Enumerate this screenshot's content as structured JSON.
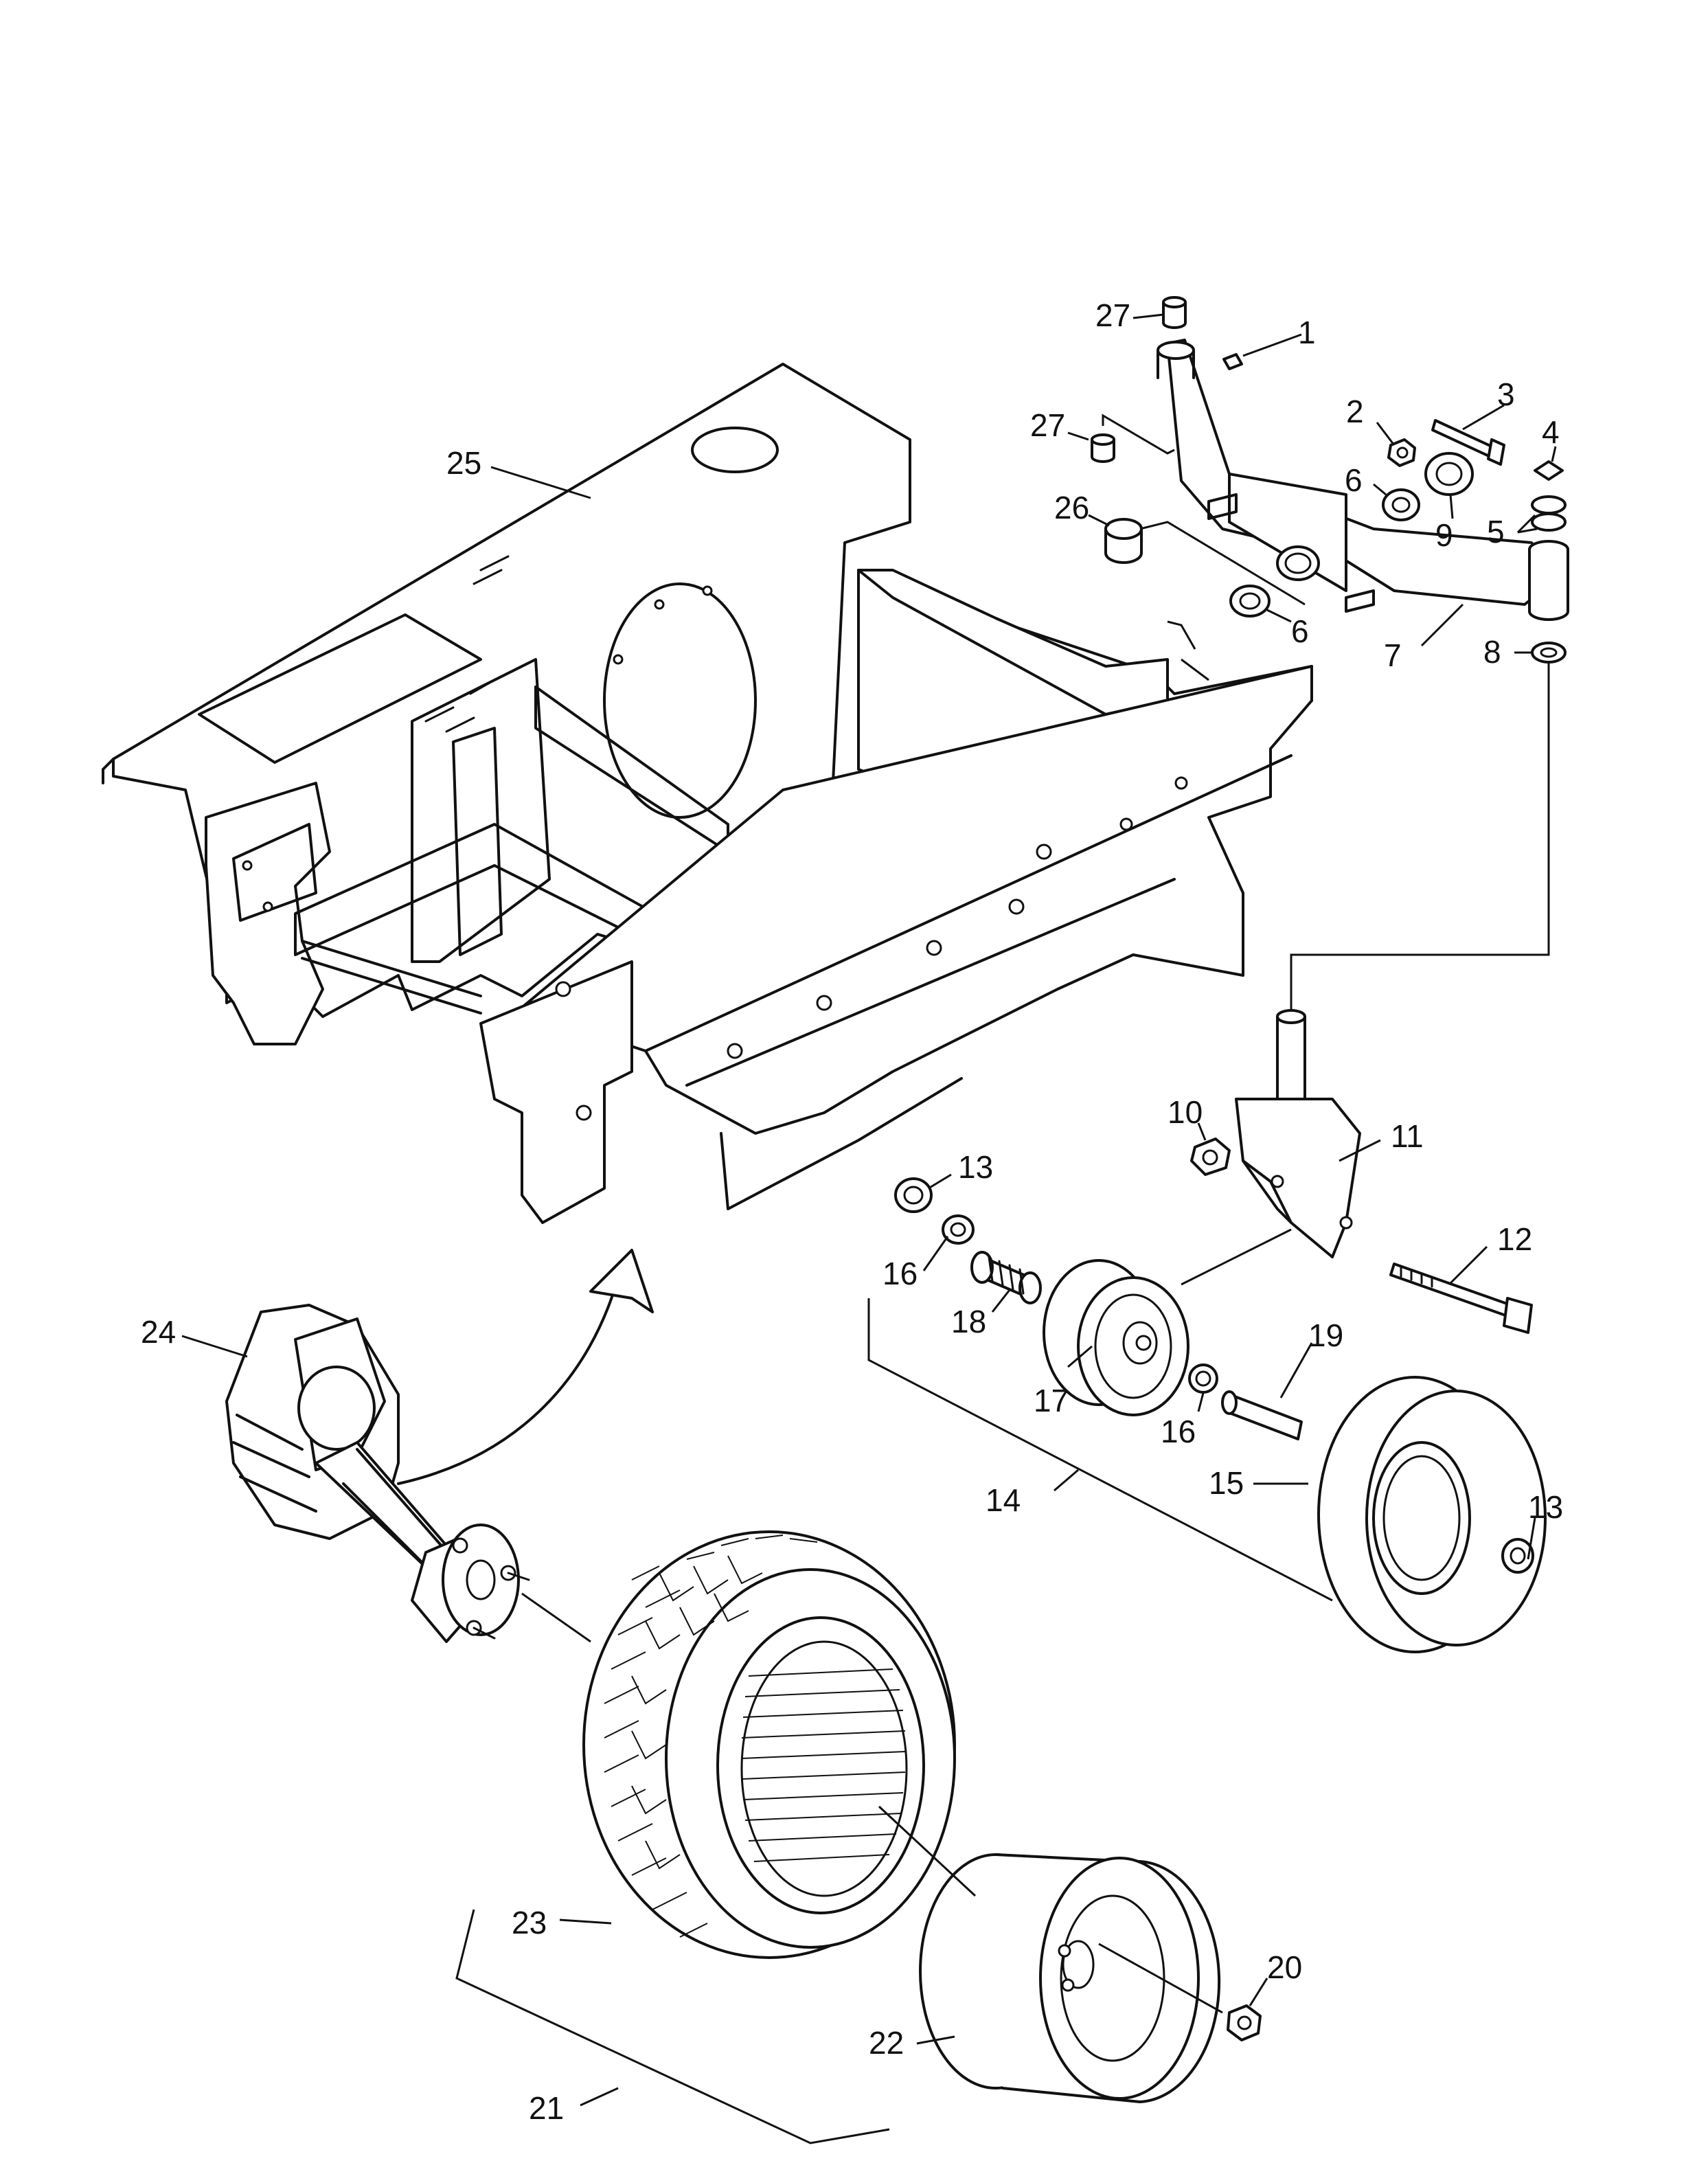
{
  "diagram": {
    "callouts": [
      {
        "id": "1",
        "label": "1"
      },
      {
        "id": "2",
        "label": "2"
      },
      {
        "id": "3",
        "label": "3"
      },
      {
        "id": "4",
        "label": "4"
      },
      {
        "id": "5",
        "label": "5"
      },
      {
        "id": "6a",
        "label": "6"
      },
      {
        "id": "6b",
        "label": "6"
      },
      {
        "id": "7",
        "label": "7"
      },
      {
        "id": "8",
        "label": "8"
      },
      {
        "id": "9",
        "label": "9"
      },
      {
        "id": "10",
        "label": "10"
      },
      {
        "id": "11",
        "label": "11"
      },
      {
        "id": "12",
        "label": "12"
      },
      {
        "id": "13a",
        "label": "13"
      },
      {
        "id": "13b",
        "label": "13"
      },
      {
        "id": "14",
        "label": "14"
      },
      {
        "id": "15",
        "label": "15"
      },
      {
        "id": "16a",
        "label": "16"
      },
      {
        "id": "16b",
        "label": "16"
      },
      {
        "id": "17",
        "label": "17"
      },
      {
        "id": "18",
        "label": "18"
      },
      {
        "id": "19",
        "label": "19"
      },
      {
        "id": "20",
        "label": "20"
      },
      {
        "id": "21",
        "label": "21"
      },
      {
        "id": "22",
        "label": "22"
      },
      {
        "id": "23",
        "label": "23"
      },
      {
        "id": "24",
        "label": "24"
      },
      {
        "id": "25",
        "label": "25"
      },
      {
        "id": "26",
        "label": "26"
      },
      {
        "id": "27a",
        "label": "27"
      },
      {
        "id": "27b",
        "label": "27"
      }
    ]
  }
}
